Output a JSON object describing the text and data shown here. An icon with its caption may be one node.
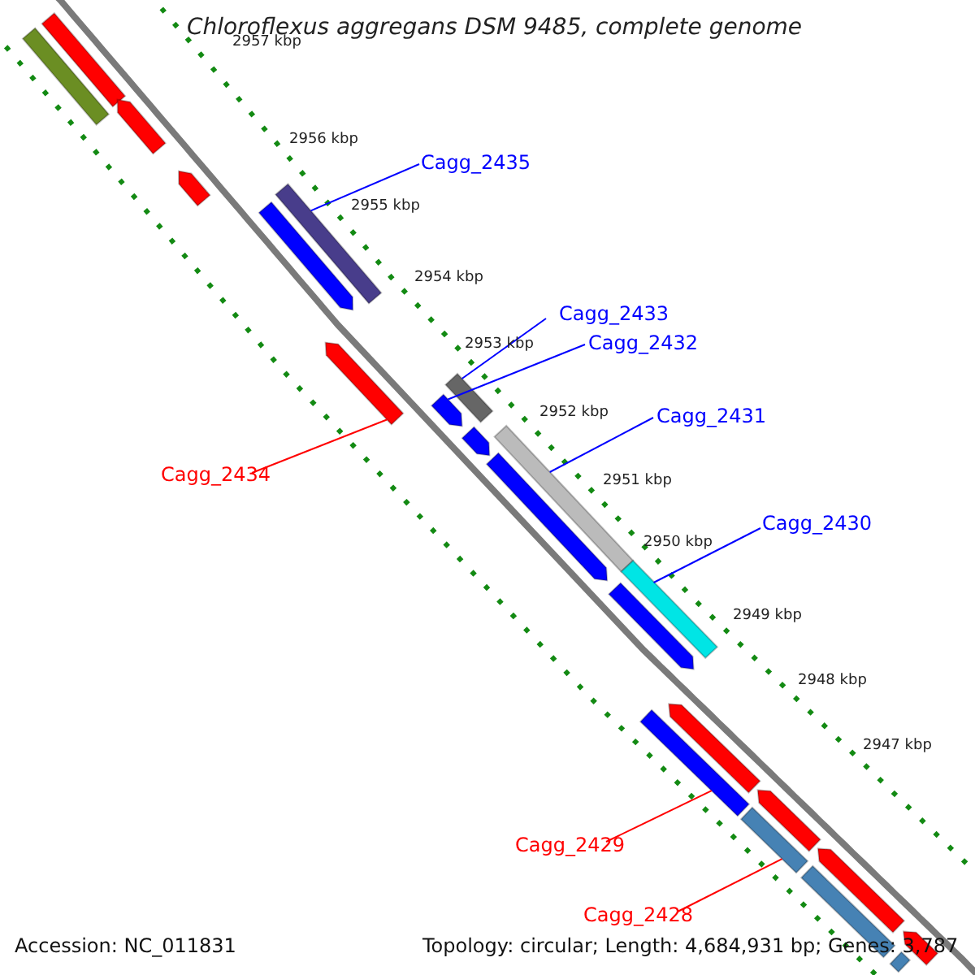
{
  "diagram": {
    "title": "Chloroflexus aggregans DSM 9485, complete genome",
    "nodes": [
      {
        "text": [
          "Cagg_2435"
        ]
      },
      {
        "text": [
          "Cagg_2433"
        ]
      },
      {
        "text": [
          "Cagg_2432"
        ]
      },
      {
        "text": [
          "Cagg_2431"
        ]
      },
      {
        "text": [
          "Cagg_2434"
        ]
      },
      {
        "text": [
          "Cagg_2430"
        ]
      },
      {
        "text": [
          "Cagg_2429"
        ]
      },
      {
        "text": [
          "Cagg_2428"
        ]
      },
      {
        "text": [],
        "shape": "bar"
      },
      {
        "text": [],
        "shape": "bar"
      },
      {
        "text": [],
        "shape": "bar"
      },
      {
        "text": [],
        "shape": "bar"
      },
      {
        "text": [],
        "shape": "bar"
      },
      {
        "text": [],
        "shape": "bar"
      },
      {
        "text": [],
        "shape": "bar"
      },
      {
        "text": [],
        "shape": "bar"
      },
      {
        "text": [],
        "shape": "bar"
      },
      {
        "text": [],
        "shape": "bar"
      },
      {
        "text": [],
        "shape": "bar"
      },
      {
        "text": [],
        "shape": "bar"
      },
      {
        "text": [],
        "shape": "bar"
      },
      {
        "text": [],
        "shape": "bar"
      },
      {
        "text": [],
        "shape": "bar"
      },
      {
        "text": [],
        "shape": "bar"
      },
      {
        "text": [],
        "shape": "bar"
      },
      {
        "text": [],
        "shape": "bar"
      },
      {
        "text": [],
        "shape": "bar"
      },
      {
        "text": [],
        "shape": "bar"
      },
      {
        "text": [],
        "shape": "bar"
      },
      {
        "text": [],
        "shape": "bar"
      }
    ],
    "edges": [
      {
        "from": 0,
        "to": 12,
        "arrow": "none"
      },
      {
        "from": 1,
        "to": 15,
        "arrow": "none"
      },
      {
        "from": 2,
        "to": 16,
        "arrow": "none"
      },
      {
        "from": 3,
        "to": 17,
        "arrow": "none"
      },
      {
        "from": 4,
        "to": 14,
        "arrow": "none",
        "color": "#ff0000"
      },
      {
        "from": 5,
        "to": 20,
        "arrow": "none"
      },
      {
        "from": 6,
        "to": 23,
        "arrow": "none",
        "color": "#ff0000"
      },
      {
        "from": 7,
        "to": 25,
        "arrow": "none",
        "color": "#ff0000"
      }
    ],
    "labels": [
      "2957 kbp",
      "2956 kbp",
      "2955 kbp",
      "2954 kbp",
      "2953 kbp",
      "2952 kbp",
      "2951 kbp",
      "2950 kbp",
      "2949 kbp",
      "2948 kbp",
      "2947 kbp",
      "Accession: NC_011831",
      "Topology: circular; Length: 4,684,931 bp; Genes: 3,787"
    ]
  }
}
